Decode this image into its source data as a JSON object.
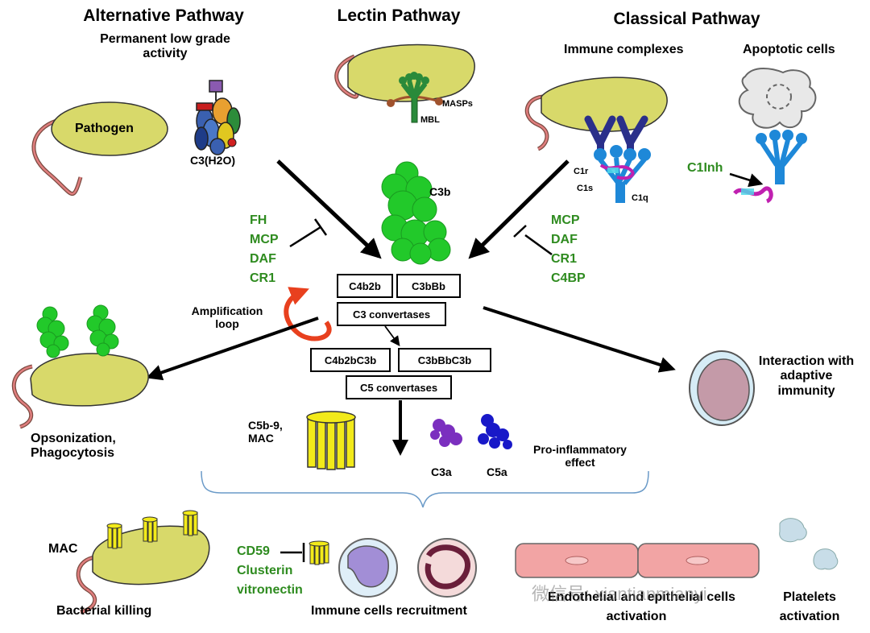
{
  "pathways": {
    "alternative": {
      "title": "Alternative Pathway",
      "subtitle": "Permanent low grade activity",
      "pathogen": "Pathogen",
      "c3h2o": "C3(H2O)"
    },
    "lectin": {
      "title": "Lectin Pathway",
      "masps": "MASPs",
      "mbl": "MBL"
    },
    "classical": {
      "title": "Classical Pathway",
      "immune_complexes": "Immune complexes",
      "apoptotic_cells": "Apoptotic cells",
      "c1r": "C1r",
      "c1s": "C1s",
      "c1q": "C1q",
      "c1inh": "C1Inh"
    }
  },
  "regulators": {
    "alternative": [
      "FH",
      "MCP",
      "DAF",
      "CR1"
    ],
    "classical": [
      "MCP",
      "DAF",
      "CR1",
      "C4BP"
    ]
  },
  "center": {
    "c3b": "C3b",
    "boxes": {
      "c4b2b": "C4b2b",
      "c3bbb": "C3bBb",
      "c3_convertases": "C3 convertases",
      "c4b2bc3b": "C4b2bC3b",
      "c3bbbc3b": "C3bBbC3b",
      "c5_convertases": "C5 convertases"
    },
    "amplification": "Amplification loop",
    "mac": "C5b-9, MAC",
    "c3a": "C3a",
    "c5a": "C5a",
    "proinflammatory": "Pro-inflammatory effect"
  },
  "effects": {
    "opsonization": "Opsonization, Phagocytosis",
    "adaptive": "Interaction with adaptive immunity"
  },
  "bottom": {
    "mac": "MAC",
    "bacterial_killing": "Bacterial killing",
    "mac_regulators": [
      "CD59",
      "Clusterin",
      "vitronectin"
    ],
    "recruitment": "Immune cells recruitment",
    "endothelial": "Endothelial and epithelial cells",
    "endothelial_activation": "activation",
    "platelet": "Platelets",
    "platelet_activation": "activation"
  },
  "watermark": "微信号: xiantianmianyi",
  "colors": {
    "pathogen": "#d8d96a",
    "regulator_text": "#2e8b1f",
    "c3b": "#22c92a",
    "mac": "#f2ea1a",
    "c1q": "#1e88d8",
    "antibody": "#2a2f8a",
    "c1inh": "#c020b0",
    "amplification_arrow": "#e8401e",
    "c3a": "#7b2fbf",
    "c5a": "#1818c8",
    "endothelial": "#f2a4a4"
  }
}
